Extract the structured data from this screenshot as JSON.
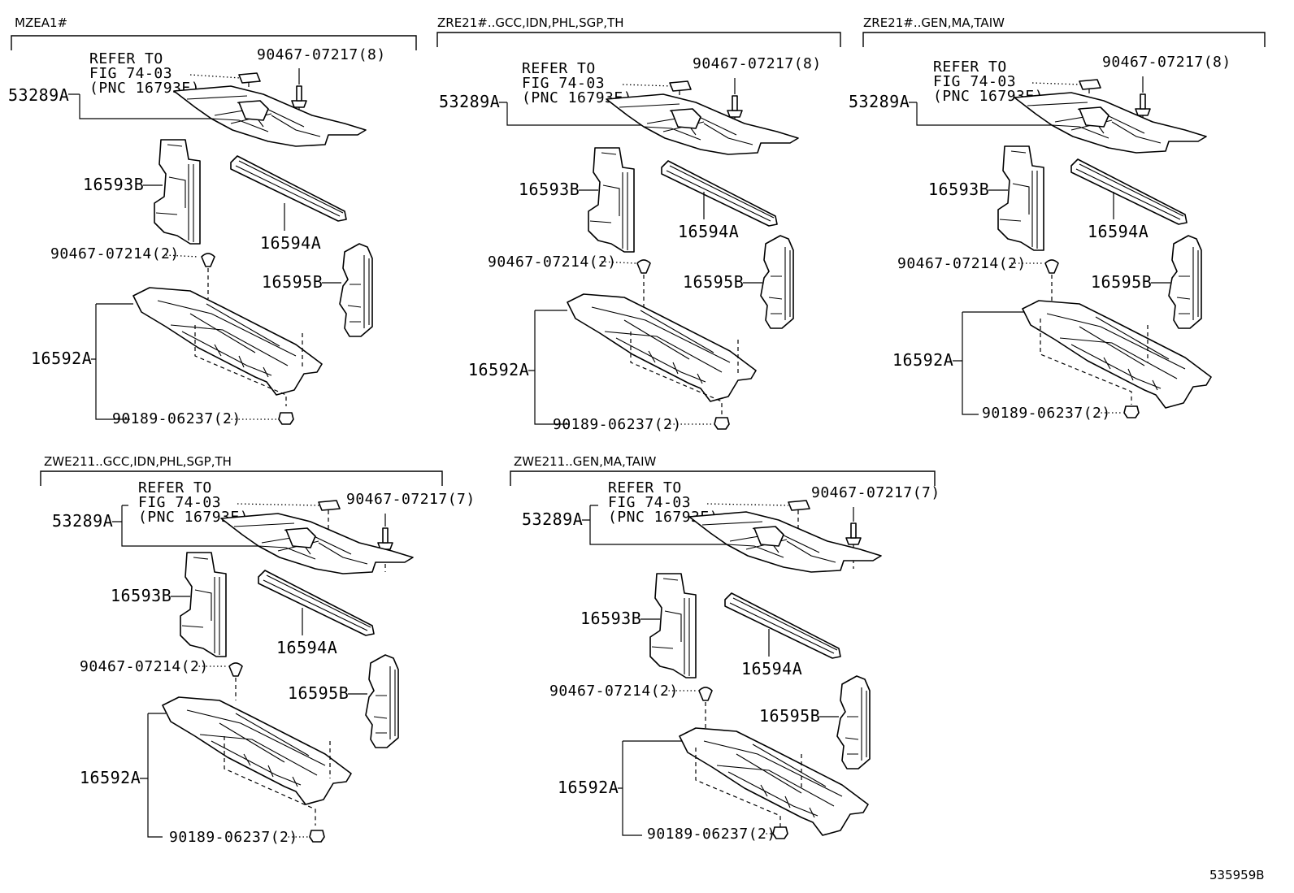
{
  "ref_text": [
    "REFER TO",
    "FIG 74-03",
    "(PNC 16793E)"
  ],
  "panels": [
    {
      "header": "MZEA1#",
      "screw_count": "(8)"
    },
    {
      "header": "ZRE21#..GCC,IDN,PHL,SGP,TH",
      "screw_count": "(8)"
    },
    {
      "header": "ZRE21#..GEN,MA,TAIW",
      "screw_count": "(8)"
    },
    {
      "header": "ZWE211..GCC,IDN,PHL,SGP,TH",
      "screw_count": "(7)"
    },
    {
      "header": "ZWE211..GEN,MA,TAIW",
      "screw_count": "(7)"
    }
  ],
  "parts": {
    "p53289": "53289A",
    "p16593": "16593B",
    "p16594": "16594A",
    "p16595": "16595B",
    "p16592": "16592A",
    "screw": "90467-07217",
    "clip": "90467-07214(2)",
    "nut": "90189-06237(2)"
  },
  "figure_id": "535959B"
}
